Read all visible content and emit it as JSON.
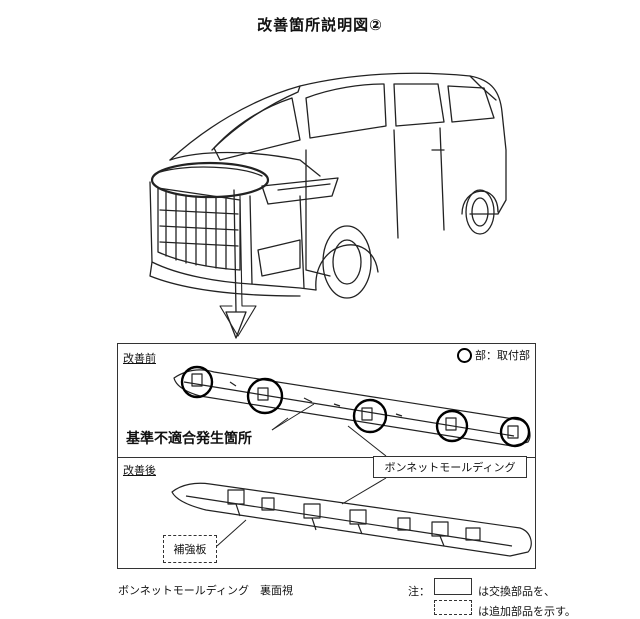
{
  "title": "改善箇所説明図②",
  "panel": {
    "before_label": "改善前",
    "after_label": "改善後",
    "legend_attach": "部：取付部",
    "nonconformity_label": "基準不適合発生箇所",
    "molding_callout": "ボンネットモールディング",
    "reinforcement_label": "補強板"
  },
  "caption": "ボンネットモールディング　裏面視",
  "notes": {
    "prefix": "注：",
    "exchange_parts": "は交換部品を、",
    "added_parts": "は追加部品を示す。"
  }
}
